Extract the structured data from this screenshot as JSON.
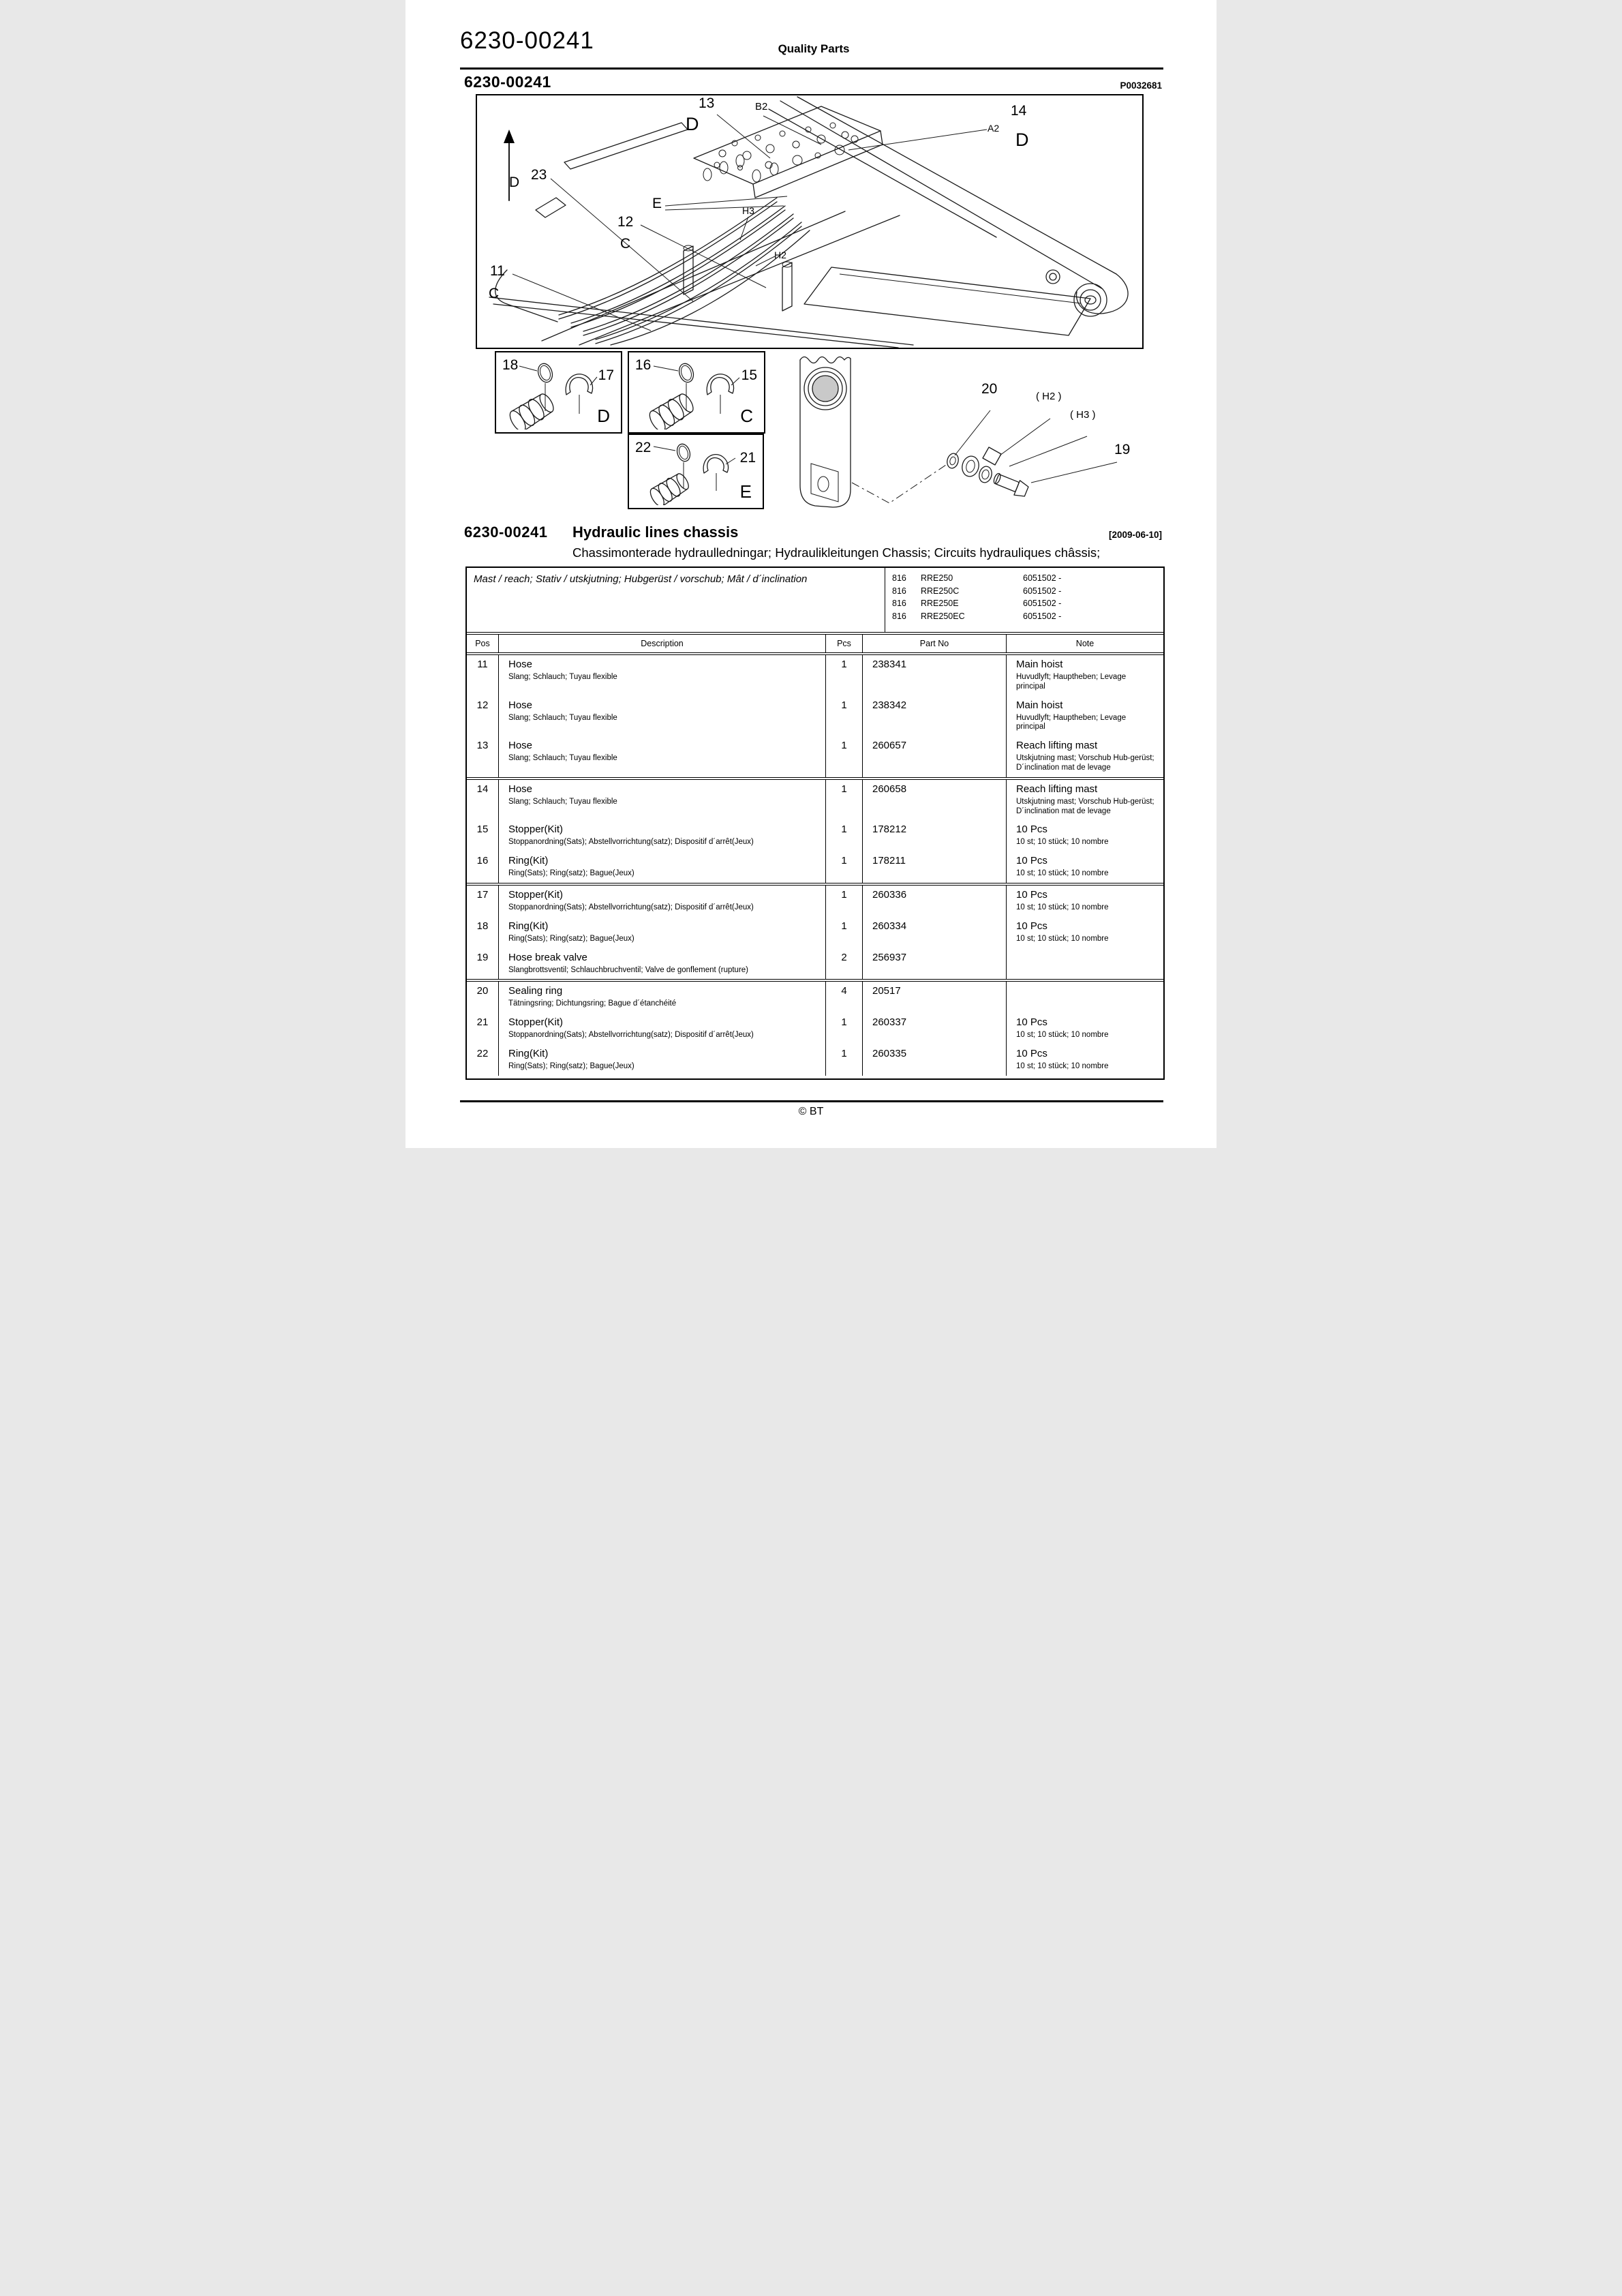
{
  "header": {
    "doc_number": "6230-00241",
    "center_title": "Quality Parts",
    "section_number": "6230-00241",
    "plate_code": "P0032681"
  },
  "section": {
    "number": "6230-00241",
    "title": "Hydraulic lines chassis",
    "date": "[2009-06-10]",
    "subtitle": "Chassimonterade hydraulledningar; Hydraulikleitungen Chassis; Circuits hydrauliques châssis;"
  },
  "diagram": {
    "callouts": [
      "13",
      "B2",
      "D",
      "14",
      "A2",
      "D",
      "23",
      "D",
      "E",
      "12",
      "C",
      "H3",
      "H2",
      "11",
      "C",
      "20",
      "( H2 )",
      "( H3 )",
      "19"
    ]
  },
  "subdiagrams": [
    {
      "num_left": "18",
      "num_right": "17",
      "letter": "D"
    },
    {
      "num_left": "16",
      "num_right": "15",
      "letter": "C"
    },
    {
      "num_left": "22",
      "num_right": "21",
      "letter": "E"
    }
  ],
  "infobox": {
    "application": "Mast / reach; Stativ / utskjutning; Hubgerüst / vorschub; Mât / d´inclination",
    "models": [
      {
        "code": "816",
        "name": "RRE250",
        "serial": "6051502 -"
      },
      {
        "code": "816",
        "name": "RRE250C",
        "serial": "6051502 -"
      },
      {
        "code": "816",
        "name": "RRE250E",
        "serial": "6051502 -"
      },
      {
        "code": "816",
        "name": "RRE250EC",
        "serial": "6051502 -"
      }
    ]
  },
  "table": {
    "headers": {
      "pos": "Pos",
      "description": "Description",
      "pcs": "Pcs",
      "part_no": "Part No",
      "note": "Note"
    },
    "rows": [
      {
        "pos": "11",
        "desc": "Hose",
        "desc_sub": "Slang; Schlauch; Tuyau flexible",
        "pcs": "1",
        "part": "238341",
        "note": "Main hoist",
        "note_sub": "Huvudlyft; Hauptheben; Levage principal",
        "group_start": false
      },
      {
        "pos": "12",
        "desc": "Hose",
        "desc_sub": "Slang; Schlauch; Tuyau flexible",
        "pcs": "1",
        "part": "238342",
        "note": "Main hoist",
        "note_sub": "Huvudlyft; Hauptheben; Levage principal",
        "group_start": false
      },
      {
        "pos": "13",
        "desc": "Hose",
        "desc_sub": "Slang; Schlauch; Tuyau flexible",
        "pcs": "1",
        "part": "260657",
        "note": "Reach lifting mast",
        "note_sub": "Utskjutning mast; Vorschub Hub-gerüst; D´inclination mat de levage",
        "group_start": false
      },
      {
        "pos": "14",
        "desc": "Hose",
        "desc_sub": "Slang; Schlauch; Tuyau flexible",
        "pcs": "1",
        "part": "260658",
        "note": "Reach lifting mast",
        "note_sub": "Utskjutning mast; Vorschub Hub-gerüst; D´inclination mat de levage",
        "group_start": true
      },
      {
        "pos": "15",
        "desc": "Stopper(Kit)",
        "desc_sub": "Stoppanordning(Sats); Abstellvorrichtung(satz); Dispositif d´arrêt(Jeux)",
        "pcs": "1",
        "part": "178212",
        "note": "10 Pcs",
        "note_sub": "10 st; 10 stück; 10 nombre",
        "group_start": false
      },
      {
        "pos": "16",
        "desc": "Ring(Kit)",
        "desc_sub": "Ring(Sats); Ring(satz); Bague(Jeux)",
        "pcs": "1",
        "part": "178211",
        "note": "10 Pcs",
        "note_sub": "10 st; 10 stück; 10 nombre",
        "group_start": false
      },
      {
        "pos": "17",
        "desc": "Stopper(Kit)",
        "desc_sub": "Stoppanordning(Sats); Abstellvorrichtung(satz); Dispositif d´arrêt(Jeux)",
        "pcs": "1",
        "part": "260336",
        "note": "10 Pcs",
        "note_sub": "10 st; 10 stück; 10 nombre",
        "group_start": true
      },
      {
        "pos": "18",
        "desc": "Ring(Kit)",
        "desc_sub": "Ring(Sats); Ring(satz); Bague(Jeux)",
        "pcs": "1",
        "part": "260334",
        "note": "10 Pcs",
        "note_sub": "10 st; 10 stück; 10 nombre",
        "group_start": false
      },
      {
        "pos": "19",
        "desc": "Hose break valve",
        "desc_sub": "Slangbrottsventil; Schlauchbruchventil; Valve de gonflement (rupture)",
        "pcs": "2",
        "part": "256937",
        "note": "",
        "note_sub": "",
        "group_start": false
      },
      {
        "pos": "20",
        "desc": "Sealing ring",
        "desc_sub": "Tätningsring; Dichtungsring; Bague d´étanchéité",
        "pcs": "4",
        "part": "20517",
        "note": "",
        "note_sub": "",
        "group_start": true
      },
      {
        "pos": "21",
        "desc": "Stopper(Kit)",
        "desc_sub": "Stoppanordning(Sats); Abstellvorrichtung(satz); Dispositif d´arrêt(Jeux)",
        "pcs": "1",
        "part": "260337",
        "note": "10 Pcs",
        "note_sub": "10 st; 10 stück; 10 nombre",
        "group_start": false
      },
      {
        "pos": "22",
        "desc": "Ring(Kit)",
        "desc_sub": "Ring(Sats); Ring(satz); Bague(Jeux)",
        "pcs": "1",
        "part": "260335",
        "note": "10 Pcs",
        "note_sub": "10 st; 10 stück; 10 nombre",
        "group_start": false
      }
    ]
  },
  "footer": {
    "copyright": "© BT"
  }
}
